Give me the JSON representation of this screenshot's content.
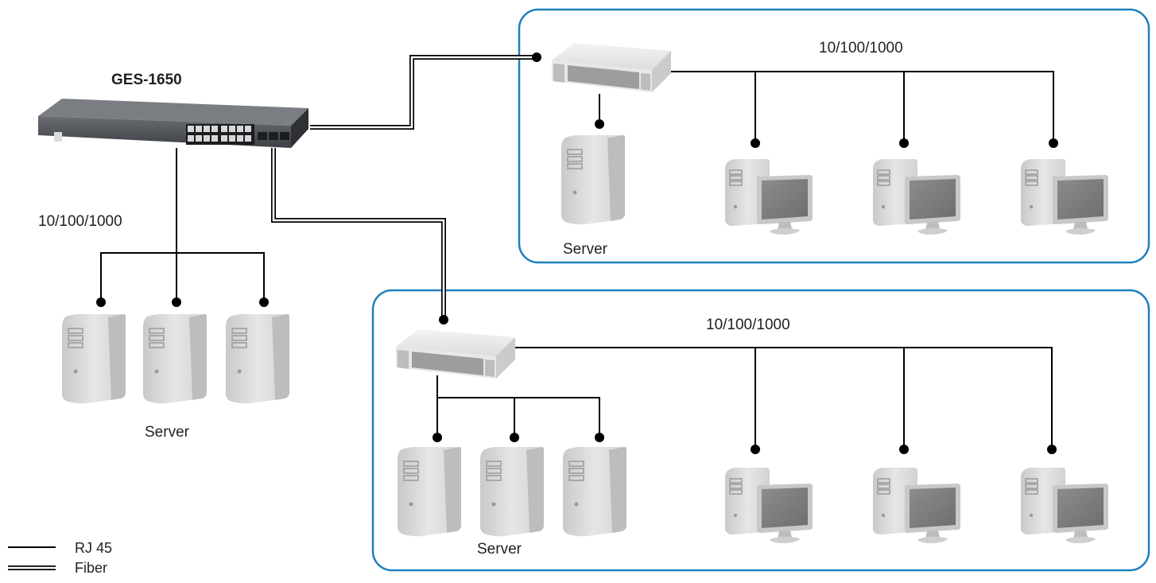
{
  "switch": {
    "model": "GES-1650"
  },
  "main_network": {
    "speed_label": "10/100/1000",
    "server_label": "Server"
  },
  "remote_site_1": {
    "speed_label": "10/100/1000",
    "server_label": "Server"
  },
  "remote_site_2": {
    "speed_label": "10/100/1000",
    "server_label": "Server"
  },
  "legend": {
    "items": [
      {
        "label": "RJ 45",
        "line_style": "single"
      },
      {
        "label": "Fiber",
        "line_style": "double"
      }
    ]
  },
  "colors": {
    "group_border": "#1f7fbf",
    "line": "#000000",
    "device_gray": "#d4d4d6",
    "switch_body": "#4a4d52"
  }
}
